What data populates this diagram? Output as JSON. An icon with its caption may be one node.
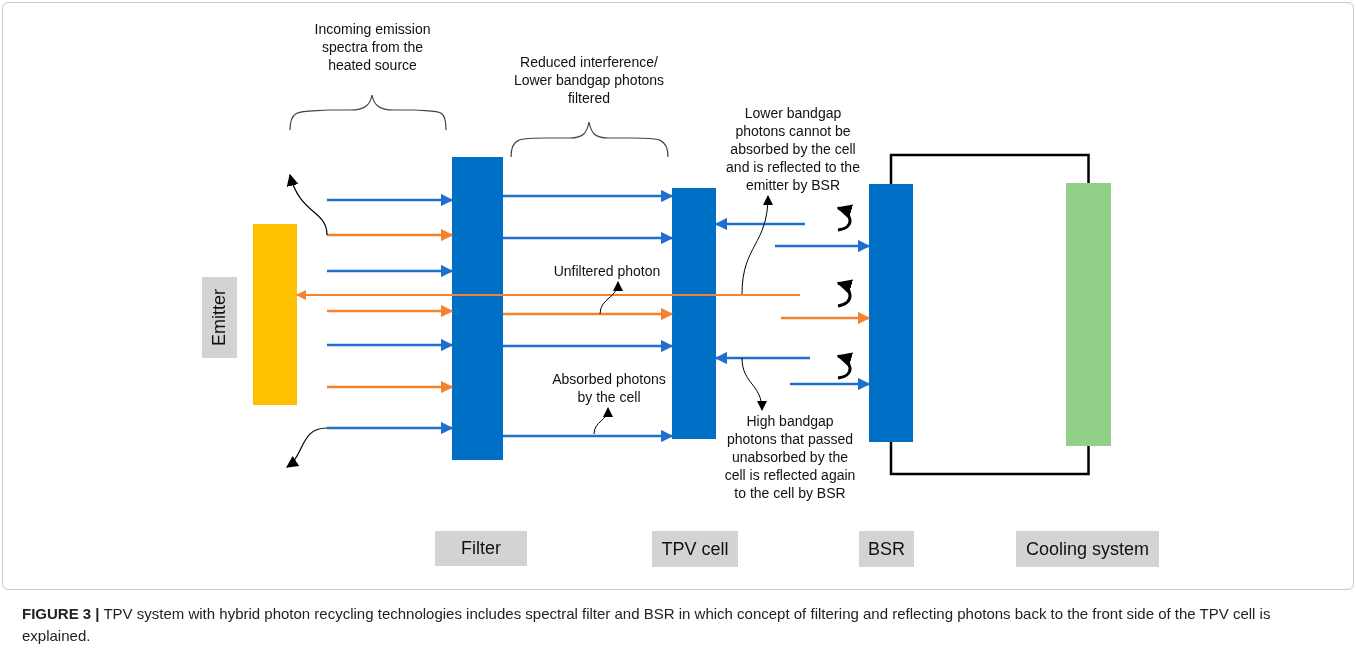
{
  "diagram": {
    "caption": "**FIGURE 3 |** TPV system with hybrid photon recycling technologies includes spectral filter and BSR in which concept of filtering and reflecting photons back to the front side of the TPV cell is explained.",
    "nodes": [
      {
        "text": [
          "Emitter"
        ]
      },
      {
        "text": [],
        "shape": "bar"
      },
      {
        "text": [],
        "shape": "bar"
      },
      {
        "text": [],
        "shape": "bar"
      },
      {
        "text": [],
        "shape": "bar"
      },
      {
        "text": [],
        "shape": "bar"
      },
      {
        "text": [
          "Filter"
        ]
      },
      {
        "text": [
          "TPV cell"
        ]
      },
      {
        "text": [
          "BSR"
        ]
      },
      {
        "text": [
          "Cooling system"
        ]
      },
      {
        "text": [
          "Unfiltered photon"
        ]
      },
      {
        "text": [
          "Absorbed photons by the cell"
        ]
      },
      {
        "text": [
          "Lower bandgap photons cannot be absorbed by the cell and is reflected to the emitter by BSR"
        ]
      },
      {
        "text": [
          "High bandgap photons that passed unabsorbed by the cell is reflected again to the cell by BSR"
        ]
      }
    ],
    "edges": [
      {
        "from": null,
        "to": 2,
        "arrow": "to"
      },
      {
        "from": null,
        "to": 2,
        "arrow": "to",
        "color": "#f5822e"
      },
      {
        "from": null,
        "to": 2,
        "arrow": "to"
      },
      {
        "from": null,
        "to": 2,
        "arrow": "to",
        "color": "#f5822e"
      },
      {
        "from": null,
        "to": 2,
        "arrow": "to"
      },
      {
        "from": null,
        "to": 2,
        "arrow": "to",
        "color": "#f5822e"
      },
      {
        "from": null,
        "to": 2,
        "arrow": "to"
      },
      {
        "from": null,
        "to": 1,
        "arrow": "to",
        "color": "#f5822e"
      },
      {
        "from": 2,
        "to": 3,
        "arrow": "to"
      },
      {
        "from": 2,
        "to": 3,
        "arrow": "to"
      },
      {
        "from": 2,
        "to": 3,
        "arrow": "to",
        "color": "#f5822e"
      },
      {
        "from": 2,
        "to": 3,
        "arrow": "to"
      },
      {
        "from": 2,
        "to": 3,
        "arrow": "to"
      },
      {
        "from": null,
        "to": 3,
        "arrow": "to"
      },
      {
        "from": null,
        "to": 4,
        "arrow": "to"
      },
      {
        "from": null,
        "to": 4,
        "arrow": "to",
        "color": "#f5822e"
      },
      {
        "from": null,
        "to": 3,
        "arrow": "to"
      },
      {
        "from": null,
        "to": 4,
        "arrow": "to"
      },
      {
        "from": 4,
        "to": 5,
        "arrow": "none",
        "color": "#000000"
      },
      {
        "from": 4,
        "to": 5,
        "arrow": "none",
        "color": "#000000"
      },
      {
        "from": null,
        "to": 10,
        "arrow": "to",
        "color": "#000000"
      },
      {
        "from": null,
        "to": 11,
        "arrow": "to",
        "color": "#000000"
      },
      {
        "from": null,
        "to": 12,
        "arrow": "to",
        "color": "#000000"
      },
      {
        "from": null,
        "to": 13,
        "arrow": "to",
        "color": "#000000"
      }
    ],
    "labels": [
      "Incoming emission spectra from the heated source",
      "Reduced interference/ Lower bandgap photons filtered"
    ]
  }
}
